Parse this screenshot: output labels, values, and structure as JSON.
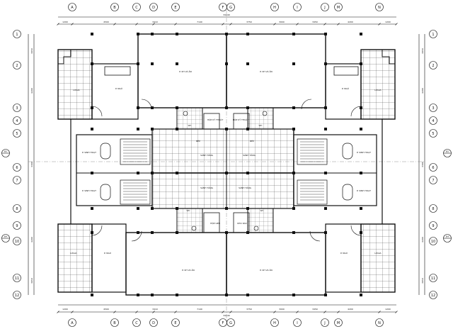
{
  "colors": {
    "ink": "#111111",
    "grid": "#333333",
    "paper": "#ffffff"
  },
  "col_axes": [
    "A",
    "B",
    "C",
    "D",
    "E",
    "F",
    "G",
    "H",
    "I",
    "J",
    "M",
    "N"
  ],
  "row_axes": [
    "1",
    "2",
    "3",
    "4",
    "5",
    "6",
    "7",
    "8",
    "9",
    "10",
    "11",
    "12"
  ],
  "section_marks": {
    "left": "B5",
    "right": "B5",
    "lower_left": "B4",
    "lower_right": "B4"
  },
  "dims": {
    "top": [
      "1200",
      "4500",
      "3410",
      "7140",
      "3750",
      "3000",
      "3450",
      "4200",
      "1200"
    ],
    "top_total": "34440",
    "bottom": [
      "1200",
      "4500",
      "3410",
      "7140",
      "3750",
      "3000",
      "3450",
      "4200",
      "1200"
    ],
    "bottom_total": "34440",
    "left": [
      "3050",
      "4200",
      "3300",
      "4200",
      "3050"
    ],
    "right": [
      "3050",
      "4200",
      "3300",
      "4200",
      "3050"
    ]
  },
  "rooms": {
    "loggia": "LÔGIA",
    "bedroom": "P. NGỦ",
    "living": "P. KH VÀ ĂN",
    "kitchen": "BẾP",
    "corridor": "SẢNH TẦNG",
    "stair_hall": "P. SINH HOẠT",
    "shaft": "HỘP KỸ THUẬT",
    "wc": "WC",
    "duct": "HỘP GEN",
    "storage": "KHO RÁC"
  }
}
